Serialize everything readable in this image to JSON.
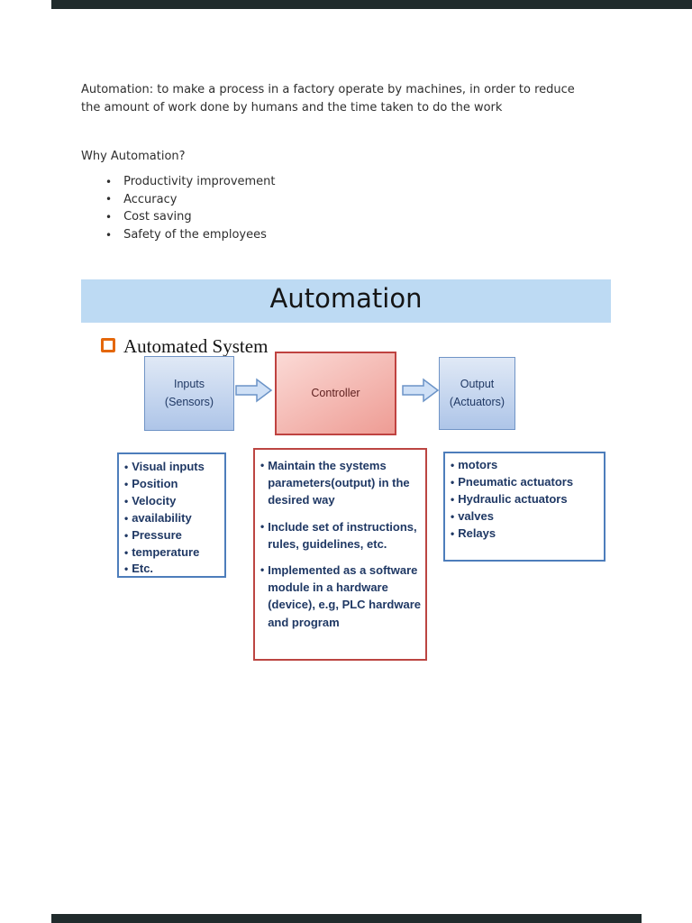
{
  "viewer": {
    "top_bar_color": "#202b2c",
    "bottom_bar_color": "#202b2c"
  },
  "document": {
    "intro_paragraph": "Automation: to make a process in a factory operate by machines, in order to reduce\nthe amount of work done by humans and the time taken to do the work",
    "why_heading": "Why Automation?",
    "why_bullets": [
      "Productivity improvement",
      "Accuracy",
      "Cost saving",
      "Safety of the employees"
    ]
  },
  "slide": {
    "banner_title": "Automation",
    "banner_color": "#bddaf3",
    "section_heading": "Automated System",
    "section_bullet_color": "#e4670b",
    "diagram": {
      "inputs_label": "Inputs\n(Sensors)",
      "controller_label": "Controller",
      "output_label": "Output\n(Actuators)",
      "blue_box_border": "#7094c6",
      "red_box_border": "#bf4240",
      "arrow_fill": "#cfe0f6",
      "arrow_border": "#6b93c7",
      "blue_text_color": "#1f3864",
      "controller_text_color": "#5f2120"
    },
    "left_box": {
      "border_color": "#4d7dbb",
      "items": [
        "Visual inputs",
        "Position",
        "Velocity",
        "availability",
        "Pressure",
        "temperature",
        "Etc."
      ]
    },
    "middle_box": {
      "border_color": "#bc4542",
      "items": [
        "Maintain the systems\nparameters(output) in the\ndesired way",
        "Include set of instructions,\nrules, guidelines, etc.",
        "Implemented as a software\nmodule in a hardware\n(device), e.g, PLC hardware\nand program"
      ]
    },
    "right_box": {
      "border_color": "#4d7dbb",
      "items": [
        "motors",
        "Pneumatic actuators",
        "Hydraulic actuators",
        "valves",
        "Relays"
      ]
    },
    "box_text_color": "#1f3864"
  }
}
